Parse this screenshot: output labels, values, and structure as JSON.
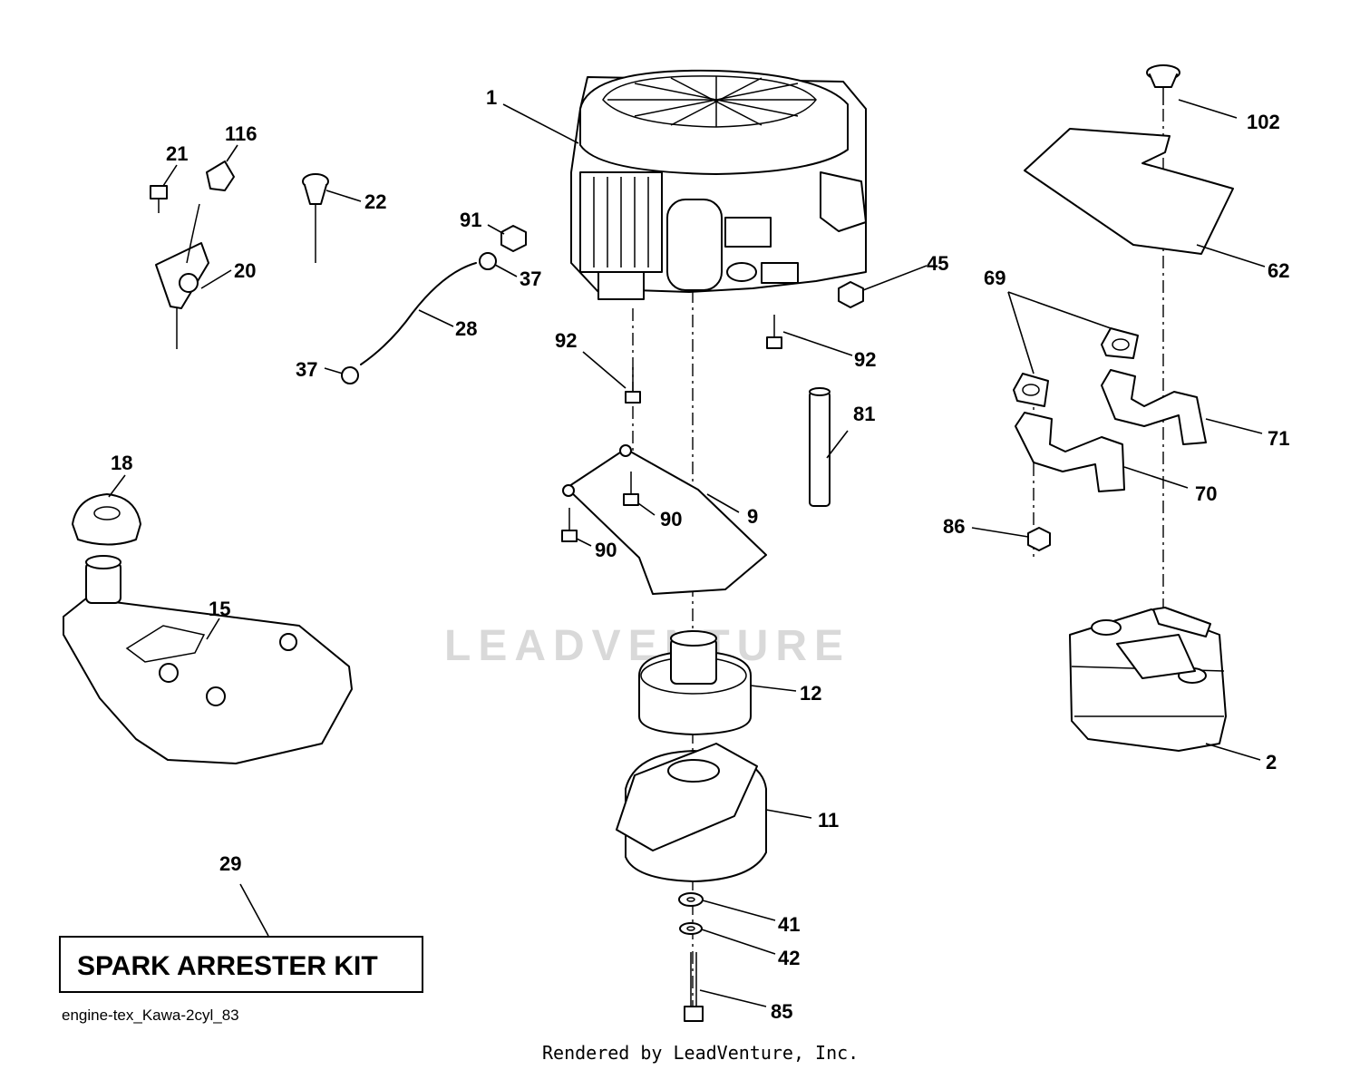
{
  "diagram": {
    "watermark": "LEADVENTURE",
    "kit_label": "SPARK ARRESTER KIT",
    "diagram_id": "engine-tex_Kawa-2cyl_83",
    "footer": "Rendered by LeadVenture, Inc."
  },
  "callouts": [
    {
      "id": "c1",
      "label": "1"
    },
    {
      "id": "c116",
      "label": "116"
    },
    {
      "id": "c21",
      "label": "21"
    },
    {
      "id": "c22",
      "label": "22"
    },
    {
      "id": "c20",
      "label": "20"
    },
    {
      "id": "c91",
      "label": "91"
    },
    {
      "id": "c37a",
      "label": "37"
    },
    {
      "id": "c28",
      "label": "28"
    },
    {
      "id": "c37b",
      "label": "37"
    },
    {
      "id": "c92a",
      "label": "92"
    },
    {
      "id": "c92b",
      "label": "92"
    },
    {
      "id": "c45",
      "label": "45"
    },
    {
      "id": "c102",
      "label": "102"
    },
    {
      "id": "c62",
      "label": "62"
    },
    {
      "id": "c69",
      "label": "69"
    },
    {
      "id": "c71",
      "label": "71"
    },
    {
      "id": "c70",
      "label": "70"
    },
    {
      "id": "c86",
      "label": "86"
    },
    {
      "id": "c81",
      "label": "81"
    },
    {
      "id": "c9",
      "label": "9"
    },
    {
      "id": "c90a",
      "label": "90"
    },
    {
      "id": "c90b",
      "label": "90"
    },
    {
      "id": "c18",
      "label": "18"
    },
    {
      "id": "c15",
      "label": "15"
    },
    {
      "id": "c12",
      "label": "12"
    },
    {
      "id": "c11",
      "label": "11"
    },
    {
      "id": "c2",
      "label": "2"
    },
    {
      "id": "c29",
      "label": "29"
    },
    {
      "id": "c41",
      "label": "41"
    },
    {
      "id": "c42",
      "label": "42"
    },
    {
      "id": "c85",
      "label": "85"
    }
  ]
}
